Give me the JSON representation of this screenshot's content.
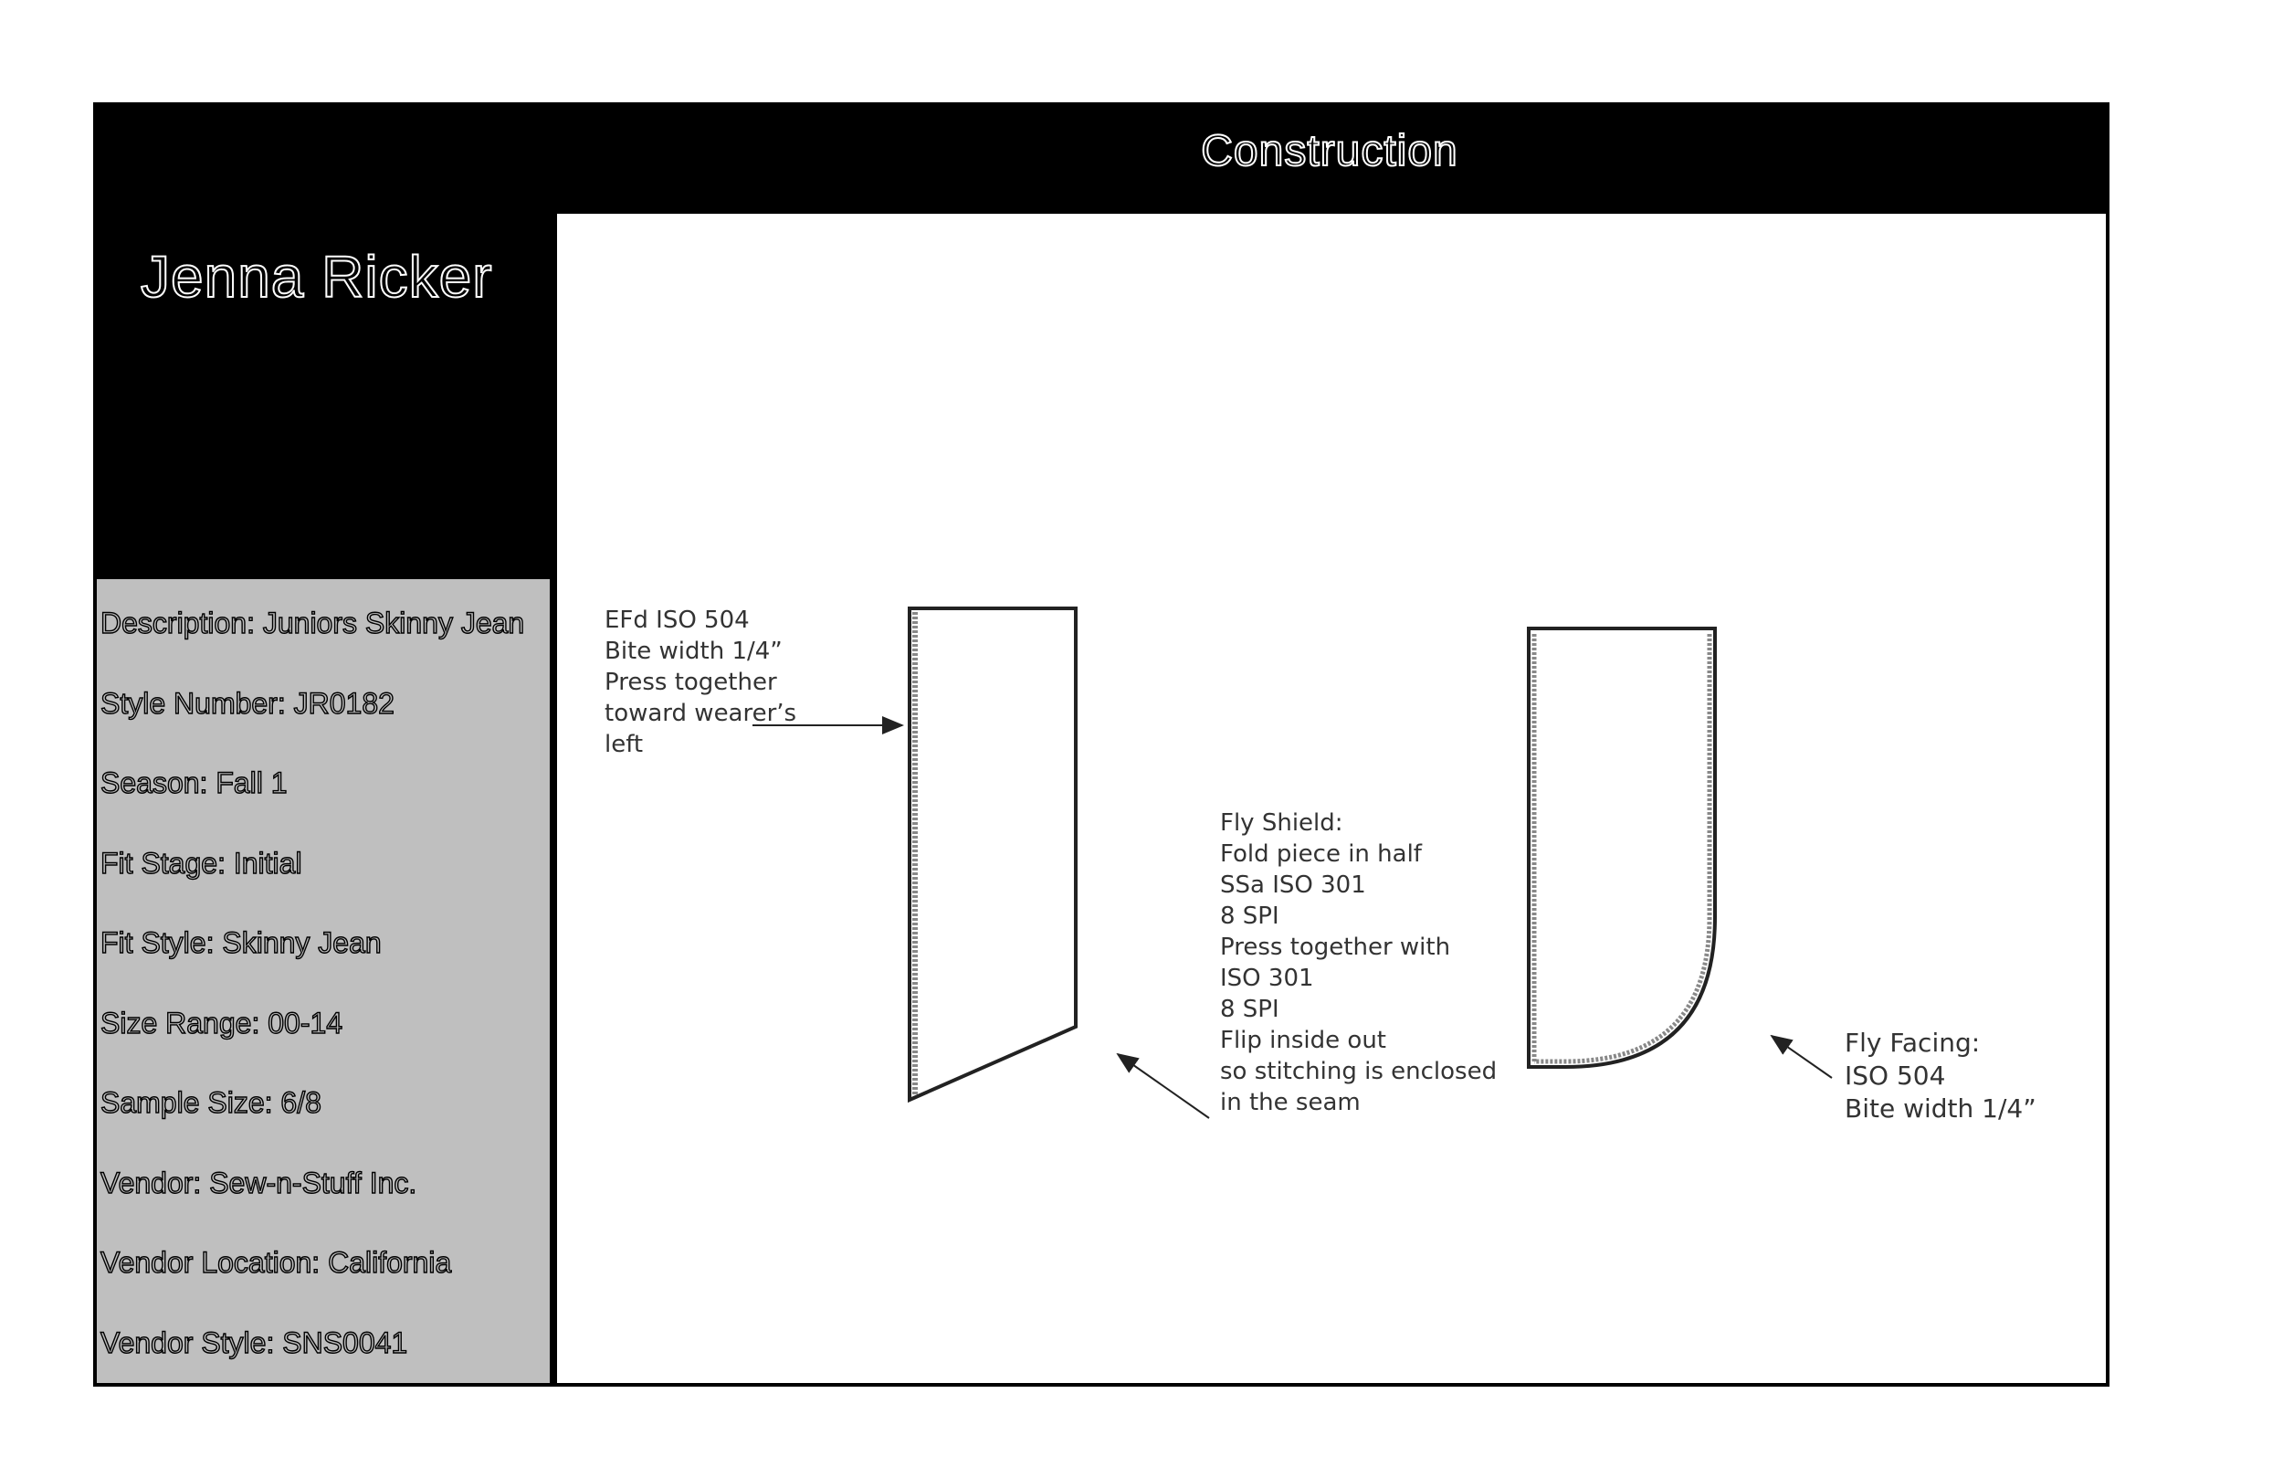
{
  "header": {
    "title": "Construction"
  },
  "designer": {
    "name": "Jenna Ricker"
  },
  "info": [
    "Description: Juniors Skinny Jean",
    "Style Number: JR0182",
    "Season: Fall 1",
    "Fit Stage: Initial",
    "Fit Style: Skinny Jean",
    "Size Range: 00-14",
    "Sample Size: 6/8",
    "Vendor: Sew-n-Stuff Inc.",
    "Vendor Location: California",
    "Vendor Style: SNS0041"
  ],
  "notes": {
    "left_seam": [
      "EFd ISO 504",
      "Bite width 1/4”",
      "Press together",
      "toward wearer’s",
      "left"
    ],
    "fly_shield": [
      "Fly Shield:",
      "Fold piece in half",
      "SSa ISO 301",
      "8 SPI",
      "Press together with",
      "ISO 301",
      "8 SPI",
      "Flip inside out",
      "so stitching is enclosed",
      "in the seam"
    ],
    "fly_facing": [
      "Fly Facing:",
      "ISO 504",
      "Bite width 1/4”"
    ]
  }
}
